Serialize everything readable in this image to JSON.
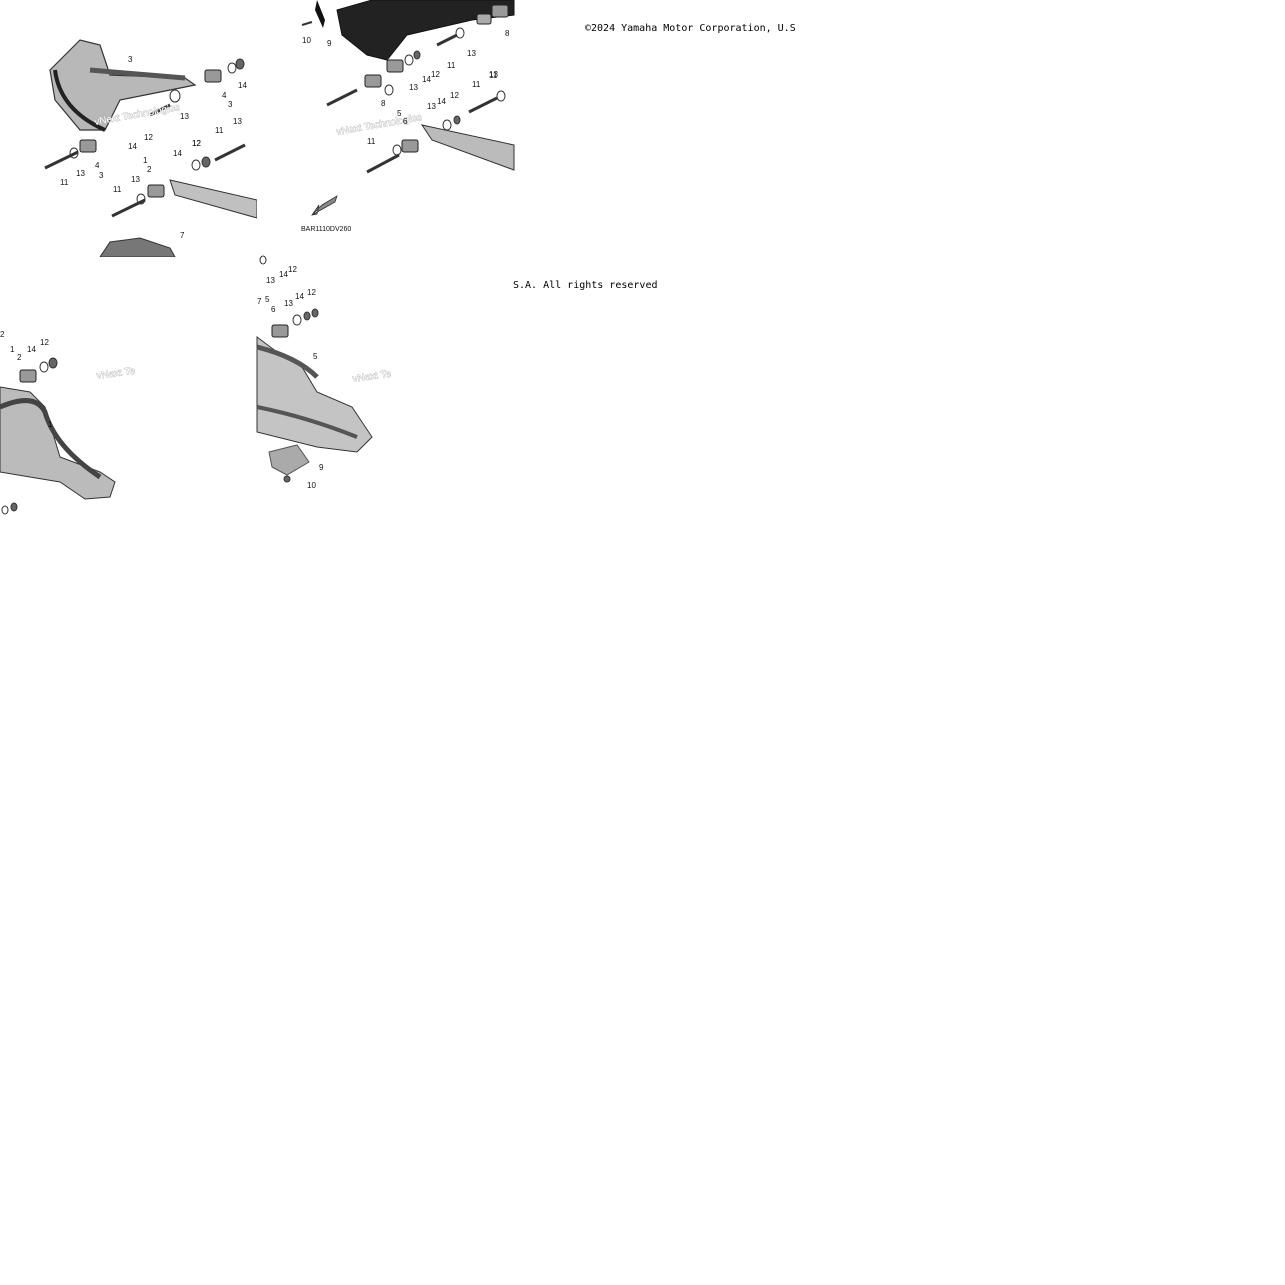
{
  "copyright_line_1": "©2024 Yamaha Motor Corporation, U.S",
  "copyright_line_2": "S.A. All rights reserved",
  "diagram_code": "BAR1110DV260",
  "watermark": "vNext Technologies",
  "watermark_partial": "vNext Te",
  "tiles": {
    "t1": {
      "labels": [
        "3",
        "13",
        "14",
        "4",
        "3",
        "12",
        "14",
        "12",
        "11",
        "13",
        "4",
        "3",
        "1",
        "2",
        "11",
        "13",
        "14",
        "12",
        "11",
        "13",
        "7"
      ]
    },
    "t2": {
      "labels": [
        "10",
        "9",
        "13",
        "8",
        "11",
        "13",
        "14",
        "12",
        "11",
        "8",
        "5",
        "6",
        "13",
        "14",
        "12",
        "11",
        "13",
        "11"
      ]
    },
    "t3": {
      "labels": [
        "2",
        "1",
        "2",
        "14",
        "12",
        "1"
      ]
    },
    "t4": {
      "labels": [
        "13",
        "14",
        "12",
        "7",
        "5",
        "6",
        "13",
        "14",
        "12",
        "5",
        "9",
        "10"
      ]
    }
  }
}
